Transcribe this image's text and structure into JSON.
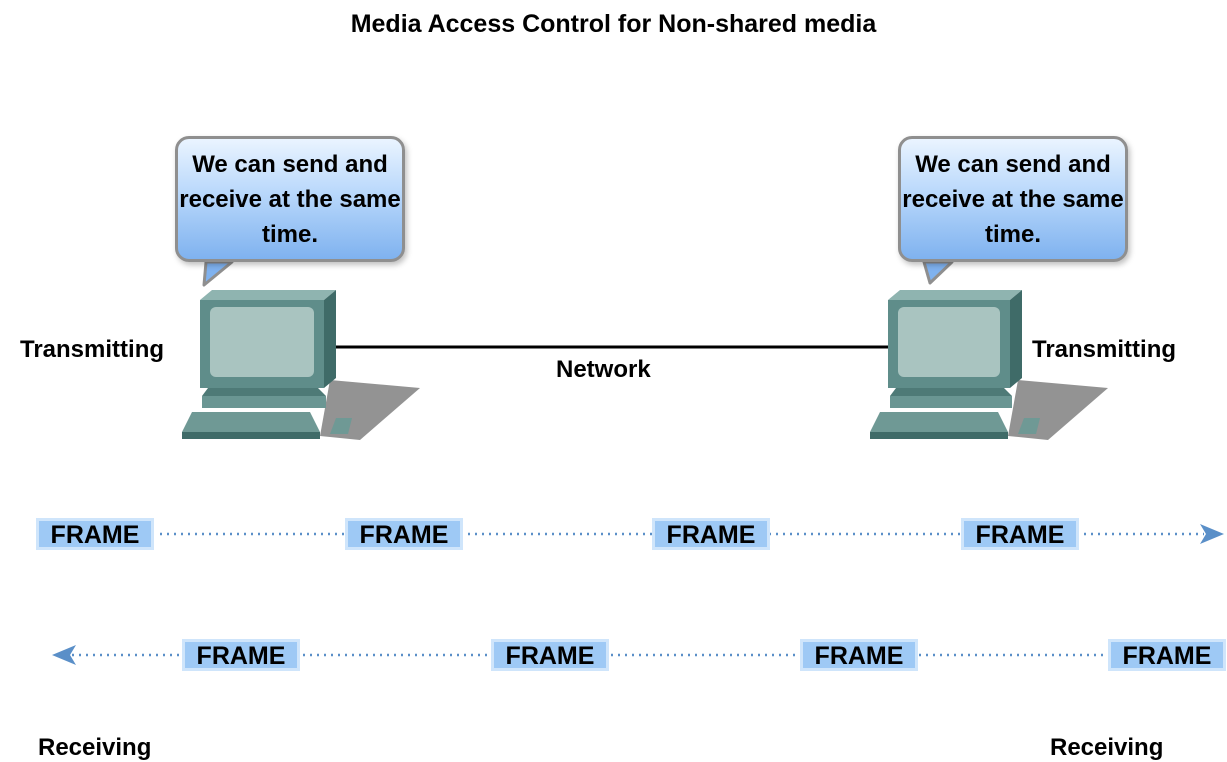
{
  "title": "Media Access Control for Non-shared media",
  "left_bubble": "We can send and receive at the same time.",
  "right_bubble": "We can send and receive at the same time.",
  "left_label": "Transmitting",
  "right_label": "Transmitting",
  "network_label": "Network",
  "frames_top": [
    "FRAME",
    "FRAME",
    "FRAME",
    "FRAME"
  ],
  "frames_bottom": [
    "FRAME",
    "FRAME",
    "FRAME",
    "FRAME"
  ],
  "receiving_left": "Receiving",
  "receiving_right": "Receiving",
  "colors": {
    "frame_fill": "#9ec9f5",
    "arrow": "#5a8fc8",
    "monitor": "#5f8d8a",
    "screen": "#a9c4c0"
  },
  "icons": [
    "computer-icon",
    "speech-bubble",
    "arrow-right",
    "arrow-left"
  ]
}
